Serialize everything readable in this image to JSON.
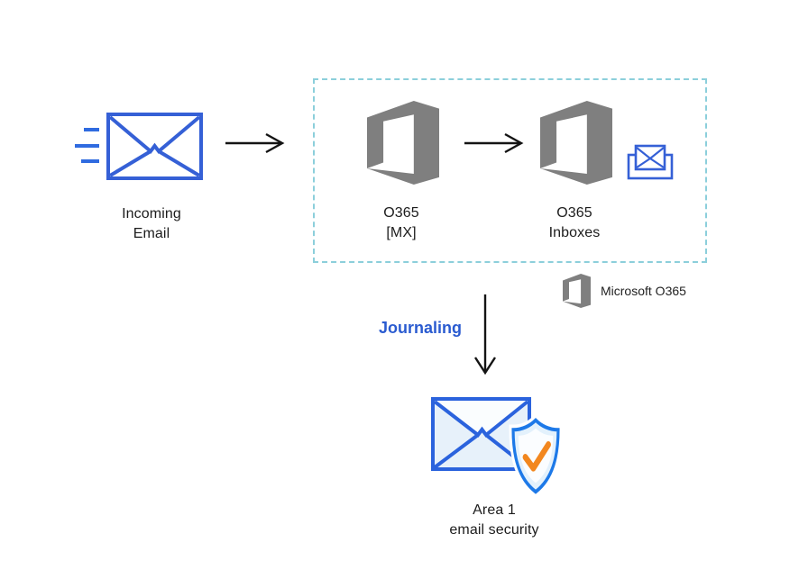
{
  "title": "Email flow diagram: O365 journaling to Area 1",
  "colors": {
    "royal_blue": "#3560d6",
    "bright_blue": "#1d79e8",
    "pale_blue": "#e7f1fa",
    "flap_white": "#fafdfe",
    "orange": "#f2871f",
    "logo_gray": "#7f7f7f",
    "dashed_border": "#8ccfdb",
    "journaling_blue": "#2a5bd0",
    "arrow_black": "#141414",
    "text_black": "#1c1c1c",
    "background": "#ffffff"
  },
  "icons": {
    "incoming_email": "envelope-with-speed-lines-icon",
    "o365_mx": "office-logo-icon",
    "o365_inboxes": "office-logo-icon",
    "inbox_tray": "envelope-in-tray-icon",
    "legend": "office-logo-icon",
    "area1": "envelope-with-shield-check-icon",
    "flow_arrows": "right-arrow-icon / down-arrow-icon"
  },
  "nodes": {
    "incoming_email": {
      "label_line1": "Incoming",
      "label_line2": "Email"
    },
    "o365_mx": {
      "label_line1": "O365",
      "label_line2": "[MX]"
    },
    "o365_inboxes": {
      "label_line1": "O365",
      "label_line2": "Inboxes"
    },
    "area1": {
      "label_line1": "Area 1",
      "label_line2": "email security"
    }
  },
  "legend": {
    "label": "Microsoft O365"
  },
  "flow": {
    "journaling_label": "Journaling"
  }
}
